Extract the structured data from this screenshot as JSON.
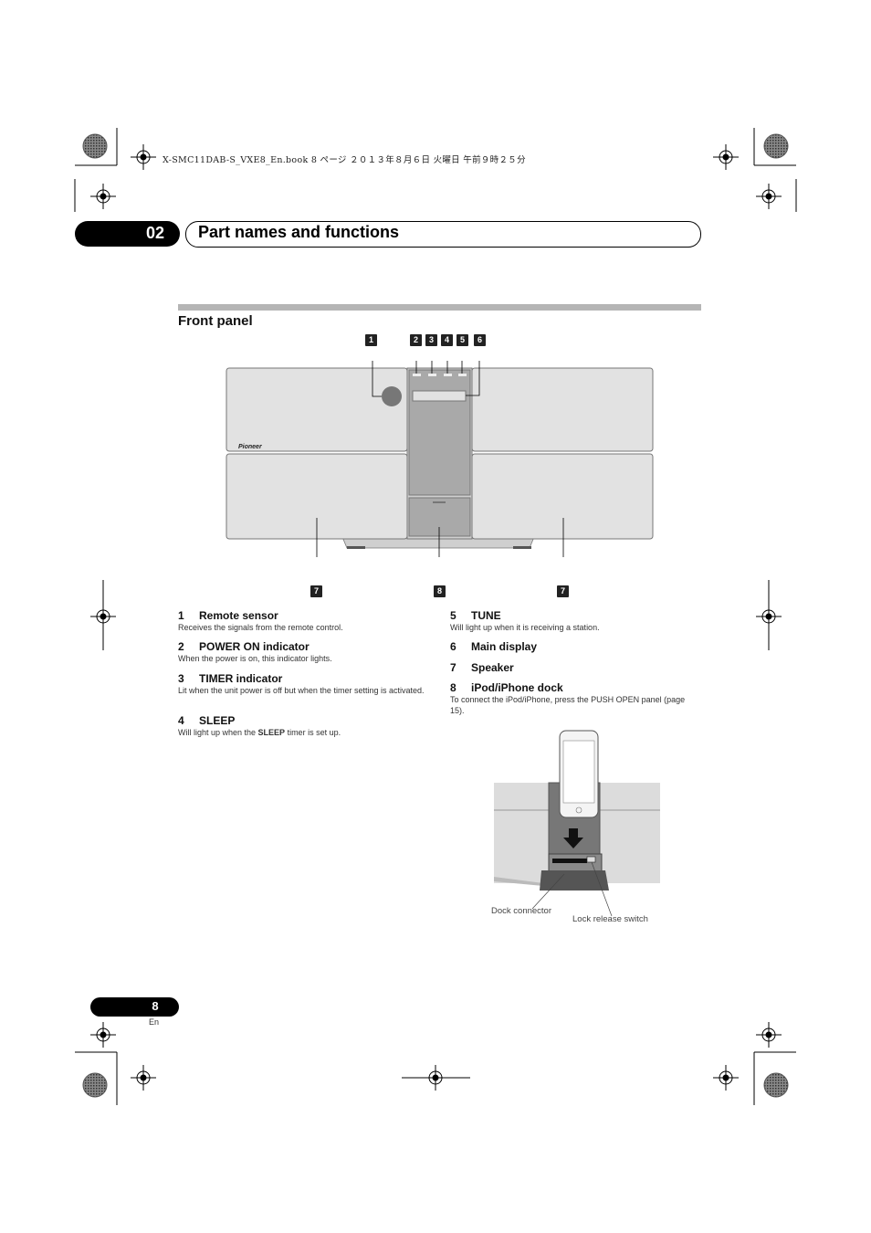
{
  "print_header": "X-SMC11DAB-S_VXE8_En.book   8 ページ   ２０１３年８月６日   火曜日   午前９時２５分",
  "chapter": {
    "number": "02",
    "title": "Part names and functions"
  },
  "section": {
    "title": "Front panel"
  },
  "device": {
    "brand_logo": "Pioneer"
  },
  "callouts": {
    "remote_sensor": "1",
    "power_on": "2",
    "timer": "3",
    "sleep": "4",
    "tune": "5",
    "display": "6",
    "speaker_left": "7",
    "dock": "8",
    "speaker_right": "7"
  },
  "items": [
    {
      "num": "1",
      "title": "Remote sensor",
      "desc": "Receives the signals from the remote control."
    },
    {
      "num": "2",
      "title": "POWER ON indicator",
      "desc": "When the power is on, this indicator lights."
    },
    {
      "num": "3",
      "title": "TIMER indicator",
      "desc": "Lit when the unit power is off but when the timer setting is activated."
    },
    {
      "num": "4",
      "title": "SLEEP",
      "desc_prefix": "Will light up when the ",
      "desc_bold": "SLEEP",
      "desc_suffix": " timer is set up."
    },
    {
      "num": "5",
      "title": "TUNE",
      "desc": "Will light up when it is receiving a station."
    },
    {
      "num": "6",
      "title": "Main display"
    },
    {
      "num": "7",
      "title": "Speaker"
    },
    {
      "num": "8",
      "title": "iPod/iPhone dock",
      "desc": "To connect the iPod/iPhone, press the PUSH OPEN panel (page 15)."
    }
  ],
  "dock_figure": {
    "label_connector": "Dock connector",
    "label_lock": "Lock release switch"
  },
  "page": {
    "number": "8",
    "language": "En"
  },
  "colors": {
    "panel_gray": "#e2e2e2",
    "center_gray": "#a9a9a9",
    "section_bar": "#b5b5b5"
  }
}
